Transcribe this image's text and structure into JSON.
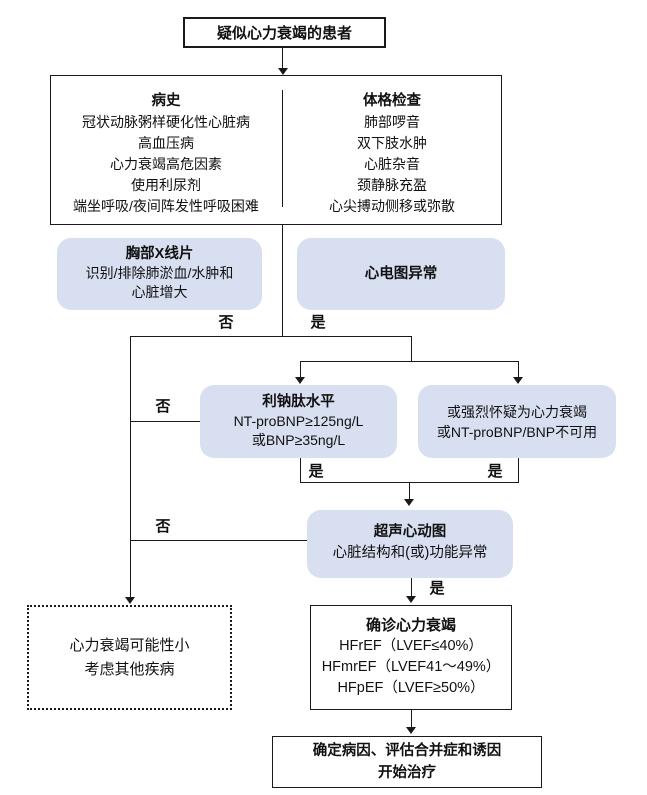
{
  "flowchart": {
    "start": {
      "text": "疑似心力衰竭的患者"
    },
    "assessment": {
      "history": {
        "title": "病史",
        "items": [
          "冠状动脉粥样硬化性心脏病",
          "高血压病",
          "心力衰竭高危因素",
          "使用利尿剂",
          "端坐呼吸/夜间阵发性呼吸困难"
        ]
      },
      "physical": {
        "title": "体格检查",
        "items": [
          "肺部啰音",
          "双下肢水肿",
          "心脏杂音",
          "颈静脉充盈",
          "心尖搏动侧移或弥散"
        ]
      }
    },
    "xray": {
      "title": "胸部X线片",
      "lines": [
        "识别/排除肺淤血/水肿和",
        "心脏增大"
      ]
    },
    "ecg": {
      "title": "心电图异常"
    },
    "natriuretic": {
      "title": "利钠肽水平",
      "lines": [
        "NT-proBNP≥125ng/L",
        "或BNP≥35ng/L"
      ]
    },
    "suspicion": {
      "lines": [
        "或强烈怀疑为心力衰竭",
        "或NT-proBNP/BNP不可用"
      ]
    },
    "echo": {
      "title": "超声心动图",
      "lines": [
        "心脏结构和(或)功能异常"
      ]
    },
    "unlikely": {
      "lines": [
        "心力衰竭可能性小",
        "考虑其他疾病"
      ]
    },
    "diagnosis": {
      "title": "确诊心力衰竭",
      "lines": [
        "HFrEF（LVEF≤40%）",
        "HFmrEF（LVEF41～49%）",
        "HFpEF（LVEF≥50%）"
      ]
    },
    "treatment": {
      "lines": [
        "确定病因、评估合并症和诱因",
        "开始治疗"
      ]
    },
    "labels": {
      "no": "否",
      "yes": "是"
    }
  },
  "colors": {
    "node_fill": "#d8dff1",
    "line": "#1a1a1a",
    "background": "#ffffff"
  }
}
